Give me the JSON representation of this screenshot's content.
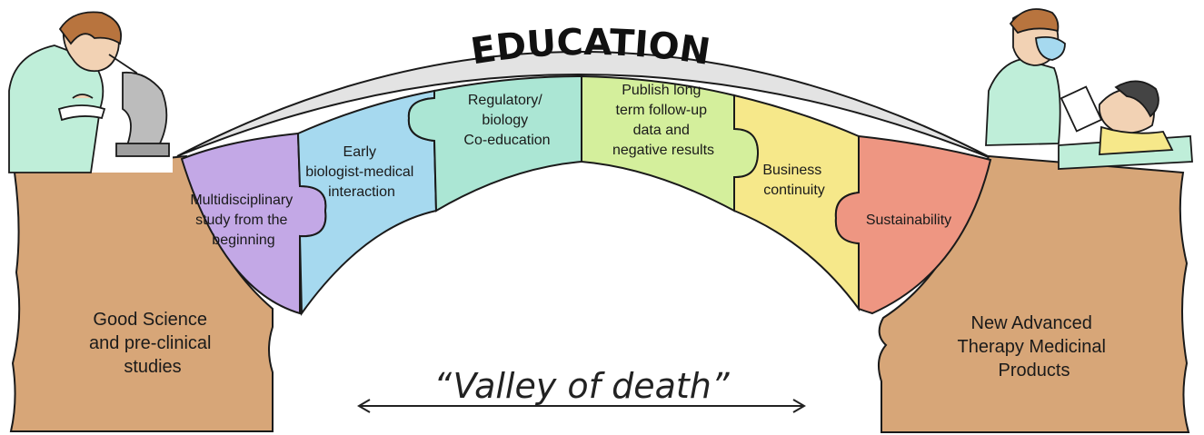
{
  "arch_title": "EDUCATION",
  "left_cliff": [
    "Good Science",
    "and pre-clinical",
    "studies"
  ],
  "right_cliff": [
    "New Advanced",
    "Therapy Medicinal",
    "Products"
  ],
  "pieces": [
    {
      "lines": [
        "Multidisciplinary",
        "study from the",
        "beginning"
      ],
      "color": "#c3a8e6"
    },
    {
      "lines": [
        "Early",
        "biologist-medical",
        "interaction"
      ],
      "color": "#a6d9ef"
    },
    {
      "lines": [
        "Regulatory/",
        "biology",
        "Co-education"
      ],
      "color": "#abe6d4"
    },
    {
      "lines": [
        "Publish long",
        "term follow-up",
        "data and",
        "negative results"
      ],
      "color": "#d4ef9c"
    },
    {
      "lines": [
        "Business",
        "continuity"
      ],
      "color": "#f6e88a"
    },
    {
      "lines": [
        "Sustainability"
      ],
      "color": "#ee9682"
    }
  ],
  "valley_label": "“Valley of death”",
  "colors": {
    "cliff": "#d7a678",
    "arch": "#e3e3e3",
    "outline": "#1a1a1a"
  },
  "icons": [
    "scientist-with-microscope-icon",
    "doctor-with-patient-icon"
  ]
}
